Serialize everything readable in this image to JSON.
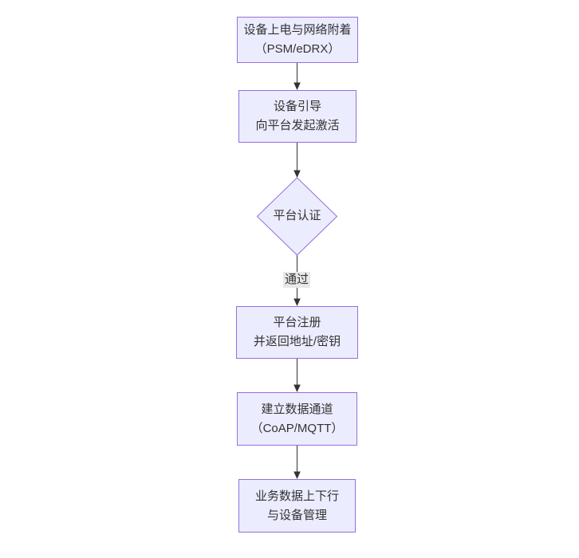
{
  "flowchart": {
    "nodes": [
      {
        "id": "power-attach",
        "type": "rect",
        "lines": [
          "设备上电与网络附着",
          "（PSM/eDRX）"
        ]
      },
      {
        "id": "bootstrap",
        "type": "rect",
        "lines": [
          "设备引导",
          "向平台发起激活"
        ]
      },
      {
        "id": "platform-auth",
        "type": "diamond",
        "lines": [
          "平台认证"
        ]
      },
      {
        "id": "register",
        "type": "rect",
        "lines": [
          "平台注册",
          "并返回地址/密钥"
        ]
      },
      {
        "id": "data-channel",
        "type": "rect",
        "lines": [
          "建立数据通道",
          "（CoAP/MQTT）"
        ]
      },
      {
        "id": "business",
        "type": "rect",
        "lines": [
          "业务数据上下行",
          "与设备管理"
        ]
      }
    ],
    "edge_labels": [
      {
        "from": "platform-auth",
        "to": "register",
        "label": "通过"
      }
    ],
    "colors": {
      "node_fill": "#ECECFF",
      "node_border": "#9370DB",
      "edge": "#333333",
      "edge_label_bg": "#e8e8e8",
      "text": "#333333",
      "background": "#ffffff"
    }
  }
}
